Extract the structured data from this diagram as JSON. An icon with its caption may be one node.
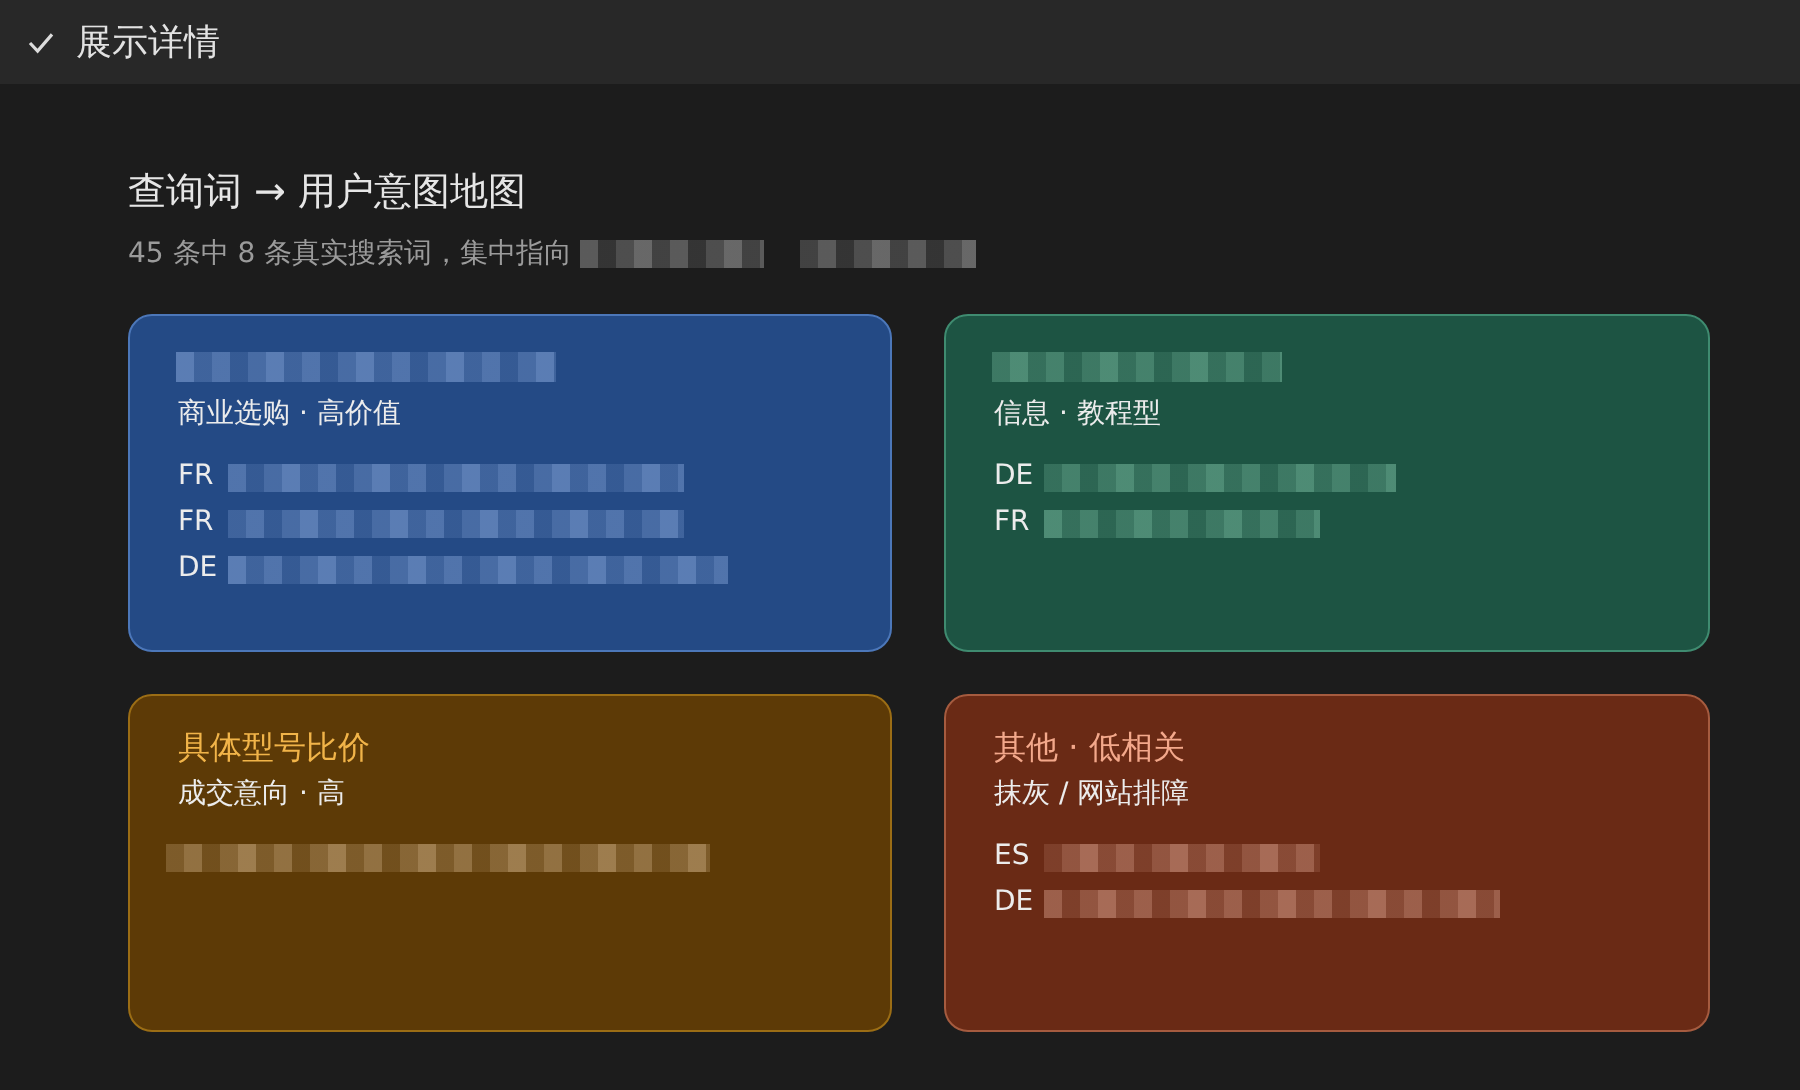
{
  "diagram": {
    "title": "查询词 → 用户意图地图",
    "nodes": [
      {
        "text": [
          "商业选购 · 高价值",
          "FR",
          "FR",
          "DE"
        ]
      },
      {
        "text": [
          "信息 · 教程型",
          "DE",
          "FR"
        ]
      },
      {
        "text": [
          "具体型号比价",
          "成交意向 · 高"
        ]
      },
      {
        "text": [
          "其他 · 低相关",
          "抹灰 / 网站排障",
          "ES",
          "DE"
        ]
      }
    ],
    "labels": [
      "展示详情",
      "45 条中 8 条真实搜索词，集中指向"
    ]
  }
}
